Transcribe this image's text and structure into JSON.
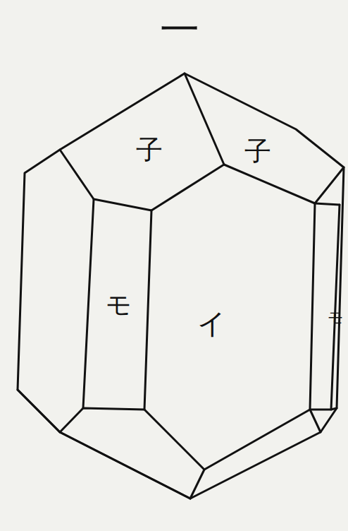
{
  "diagram": {
    "title": "一",
    "labels": [
      "子",
      "子",
      "モ",
      "イ",
      "モ"
    ]
  }
}
